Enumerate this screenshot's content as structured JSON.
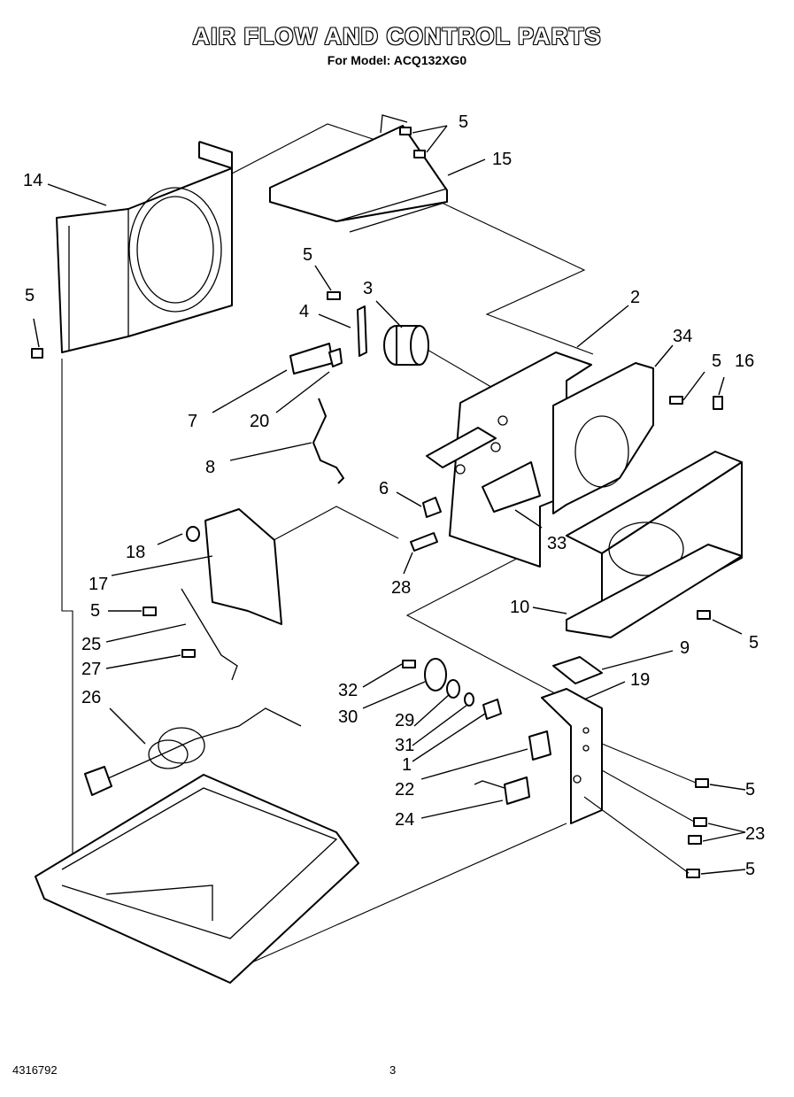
{
  "header": {
    "title": "AIR FLOW AND CONTROL PARTS",
    "subtitle": "For Model: ACQ132XG0"
  },
  "footer": {
    "part_number": "4316792",
    "page": "3"
  },
  "callouts": {
    "c2": "2",
    "c3": "3",
    "c4": "4",
    "c5a": "5",
    "c5b": "5",
    "c5c": "5",
    "c5d": "5",
    "c5e": "5",
    "c5f": "5",
    "c5g": "5",
    "c5h": "5",
    "c6": "6",
    "c7": "7",
    "c8": "8",
    "c9": "9",
    "c10": "10",
    "c14": "14",
    "c15": "15",
    "c16": "16",
    "c17": "17",
    "c18": "18",
    "c19": "19",
    "c20": "20",
    "c22": "22",
    "c23": "23",
    "c24": "24",
    "c25": "25",
    "c26": "26",
    "c27": "27",
    "c28": "28",
    "c29": "29",
    "c30": "30",
    "c31": "31",
    "c32": "32",
    "c1": "1",
    "c33": "33",
    "c34": "34"
  }
}
